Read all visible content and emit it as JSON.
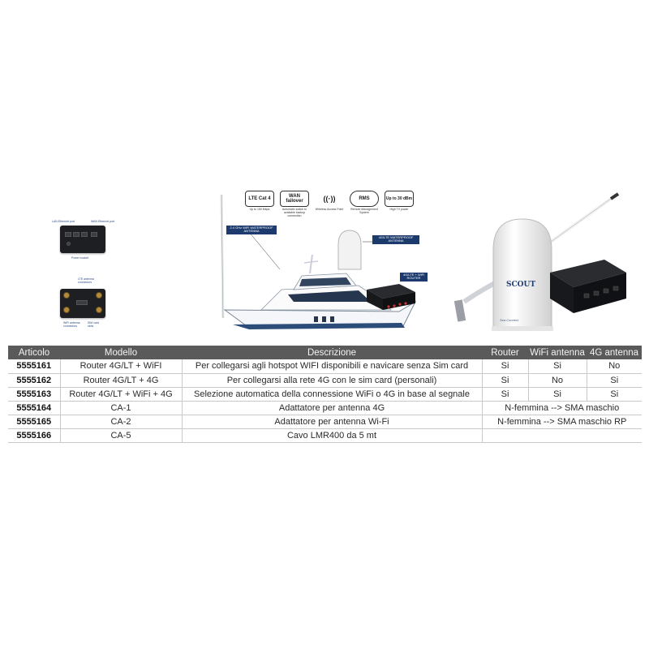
{
  "strip": {
    "left_router": {
      "label_lan": "LAN Ethernet port",
      "label_wan": "WAN Ethernet port",
      "label_power": "Power socket",
      "label_lte": "LTE antenna connectors",
      "label_wifi": "WiFi antenna connectors",
      "label_sim": "SIM card slots"
    },
    "features": [
      {
        "badge": "LTE Cat 4",
        "caption": "Up to 150 Mbps"
      },
      {
        "badge": "WAN failover",
        "caption": "Automatic switch to available backup connection"
      },
      {
        "badge": "((·))",
        "caption": "Wireless Access Point"
      },
      {
        "badge": "RMS",
        "caption": "Remote Management System"
      },
      {
        "badge": "Up to 30 dBm",
        "caption": "High TX power"
      }
    ],
    "callouts": {
      "wifi_antenna": "2.4 GHz WiFi WATERPROOF ANTENNA",
      "lte_antenna": "4G/LTE WATERPROOF ANTENNA",
      "router": "4G/LTE + WiFi ROUTER"
    },
    "brand": "SCOUT",
    "brand_sub": "Sea Connect"
  },
  "table": {
    "headers": [
      "Articolo",
      "Modello",
      "Descrizione",
      "Router",
      "WiFi antenna",
      "4G antenna"
    ],
    "rows": [
      {
        "articolo": "5555161",
        "modello": "Router 4G/LT + WiFI",
        "descrizione": "Per collegarsi agli hotspot WIFI disponibili e navicare senza Sim card",
        "router": "Si",
        "wifi": "Si",
        "g4": "No"
      },
      {
        "articolo": "5555162",
        "modello": "Router 4G/LT + 4G",
        "descrizione": "Per collegarsi alla rete 4G con le sim card (personali)",
        "router": "Si",
        "wifi": "No",
        "g4": "Si"
      },
      {
        "articolo": "5555163",
        "modello": "Router 4G/LT + WiFi + 4G",
        "descrizione": "Selezione automatica della connessione WiFi o 4G in base al segnale",
        "router": "Si",
        "wifi": "Si",
        "g4": "Si"
      },
      {
        "articolo": "5555164",
        "modello": "CA-1",
        "descrizione": "Adattatore per antenna 4G",
        "note": "N-femmina --> SMA maschio"
      },
      {
        "articolo": "5555165",
        "modello": "CA-2",
        "descrizione": "Adattatore per antenna Wi-Fi",
        "note": "N-femmina --> SMA maschio RP"
      },
      {
        "articolo": "5555166",
        "modello": "CA-5",
        "descrizione": "Cavo LMR400  da 5 mt",
        "note": ""
      }
    ]
  }
}
